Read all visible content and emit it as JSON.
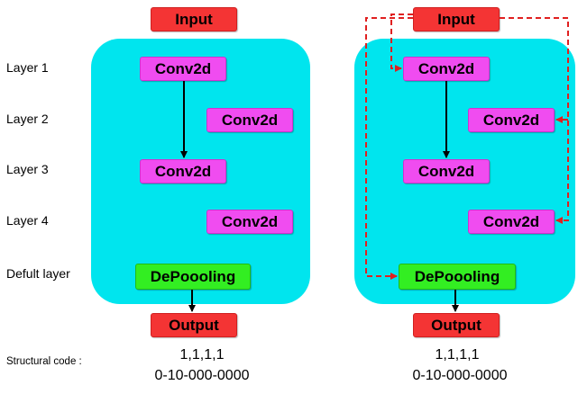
{
  "row_labels": {
    "layer1": "Layer 1",
    "layer2": "Layer 2",
    "layer3": "Layer 3",
    "layer4": "Layer 4",
    "default": "Defult layer",
    "structural": "Structural code :"
  },
  "left": {
    "input": "Input",
    "conv1": "Conv2d",
    "conv2": "Conv2d",
    "conv3": "Conv2d",
    "conv4": "Conv2d",
    "depool": "DePoooling",
    "output": "Output",
    "code_line1": "1,1,1,1",
    "code_line2": "0-10-000-0000"
  },
  "right": {
    "input": "Input",
    "conv1": "Conv2d",
    "conv2": "Conv2d",
    "conv3": "Conv2d",
    "conv4": "Conv2d",
    "depool": "DePoooling",
    "output": "Output",
    "code_line1": "1,1,1,1",
    "code_line2": "0-10-000-0000"
  },
  "colors": {
    "panel": "#00e5ee",
    "input_output": "#f43434",
    "conv": "#f04cf0",
    "depool": "#33ee22",
    "skip_connection": "#e02020"
  }
}
